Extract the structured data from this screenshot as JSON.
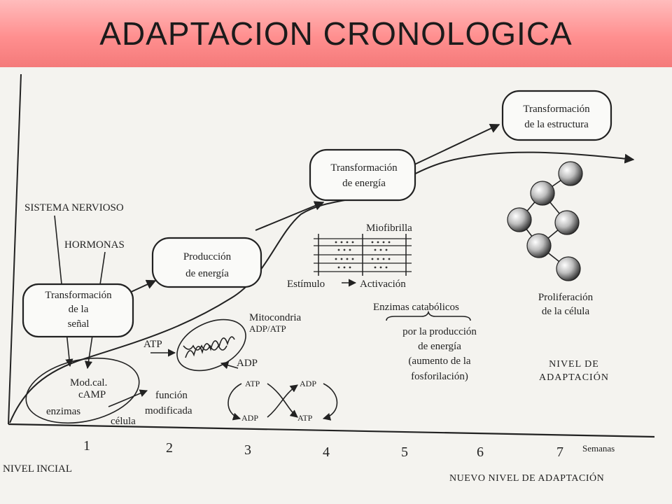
{
  "title": "ADAPTACION CRONOLOGICA",
  "inputs": {
    "nervous_system": "SISTEMA NERVIOSO",
    "hormones": "HORMONAS"
  },
  "stages": {
    "signal": [
      "Transformación",
      "de la",
      "señal"
    ],
    "production": [
      "Producción",
      "de energía"
    ],
    "energy": [
      "Transformación",
      "de energía"
    ],
    "structure": [
      "Transformación",
      "de la estructura"
    ]
  },
  "labels": {
    "mod_cal": "Mod.cal.",
    "camp": "cAMP",
    "enzimas": "enzimas",
    "celula": "célula",
    "funcion": "función",
    "modificada": "modificada",
    "atp": "ATP",
    "adp": "ADP",
    "mitocondria": "Mitocondria",
    "adp_atp": "ADP/ATP",
    "miofibrilla": "Miofibrilla",
    "estimulo": "Estímulo",
    "activacion": "Activación",
    "enzimas_catabolicos": "Enzimas catabólicos",
    "catabolic_detail": [
      "por la producción",
      "de energía",
      "(aumento de la",
      "fosforilación)"
    ],
    "proliferacion": [
      "Proliferación",
      "de la célula"
    ],
    "nivel_adaptacion": [
      "NIVEL DE",
      "ADAPTACIÓN"
    ],
    "nivel_inicial": "NIVEL INCIAL",
    "nuevo_nivel": "NUEVO NIVEL DE ADAPTACIÓN",
    "semanas": "Semanas"
  },
  "weeks": [
    "1",
    "2",
    "3",
    "4",
    "5",
    "6",
    "7"
  ],
  "colors": {
    "title_bar": "#ff9a9a",
    "ink": "#222222",
    "paper": "#f4f3ef"
  }
}
